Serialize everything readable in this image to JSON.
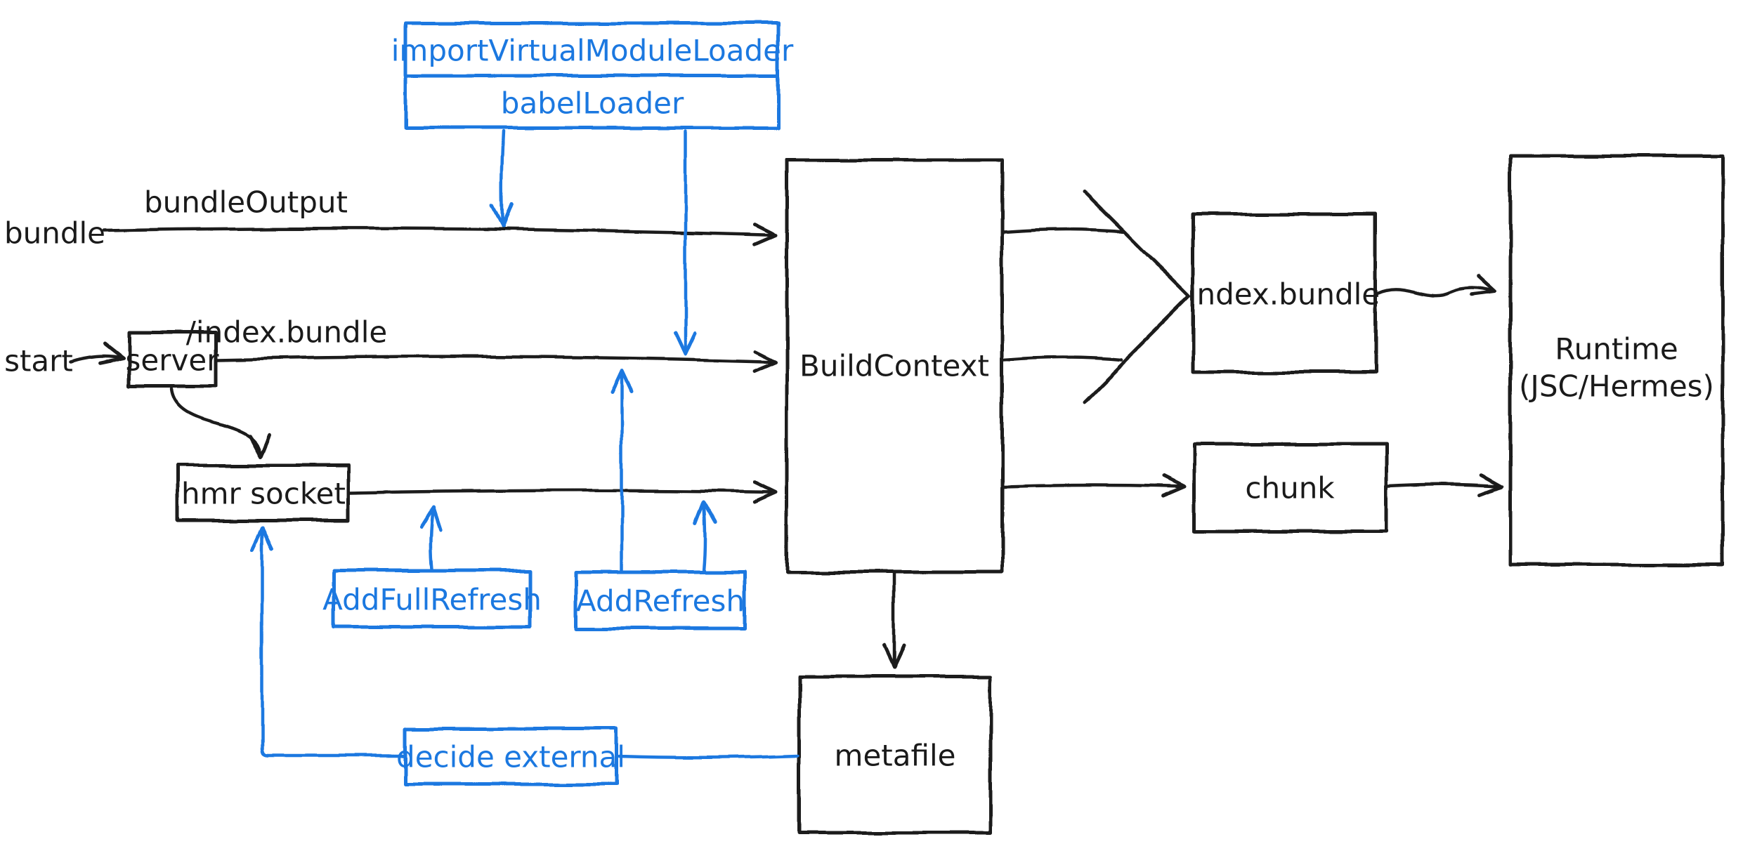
{
  "canvas": {
    "background": "#ffffff",
    "ink_color": "#1a1a1a",
    "accent_color": "#1b78e0"
  },
  "nodes": {
    "loader_stack": {
      "rows": [
        "importVirtualModuleLoader",
        "babelLoader"
      ]
    },
    "server": {
      "label": "server"
    },
    "hmr_socket": {
      "label": "hmr socket"
    },
    "build_context": {
      "label": "BuildContext"
    },
    "index_bundle": {
      "label": "index.bundle"
    },
    "chunk": {
      "label": "chunk"
    },
    "runtime": {
      "label": "Runtime",
      "sublabel": "(JSC/Hermes)"
    },
    "metafile": {
      "label": "metafile"
    },
    "add_full_refresh": {
      "label": "AddFullRefresh"
    },
    "add_refresh": {
      "label": "AddRefresh"
    },
    "decide_external": {
      "label": "decide external"
    }
  },
  "labels": {
    "bundle": "bundle",
    "start": "start",
    "bundle_output": "bundleOutput",
    "index_bundle_route": "/index.bundle"
  }
}
